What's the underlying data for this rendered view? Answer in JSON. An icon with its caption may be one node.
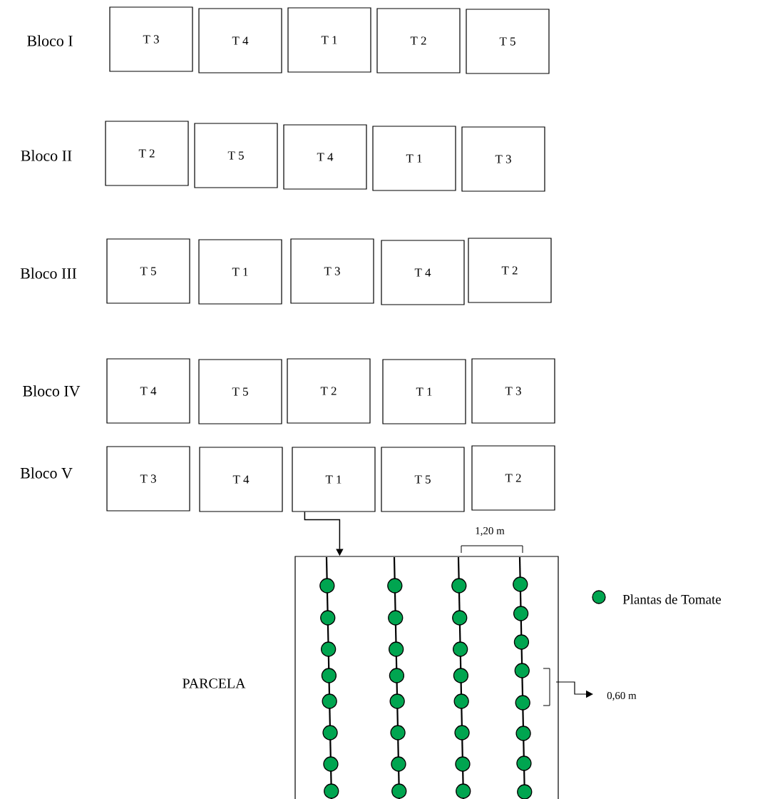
{
  "diagram": {
    "nodes": [
      {
        "text": [
          "T 3"
        ]
      },
      {
        "text": [
          "T 4"
        ]
      },
      {
        "text": [
          "T 1"
        ]
      },
      {
        "text": [
          "T 2"
        ]
      },
      {
        "text": [
          "T 5"
        ]
      },
      {
        "text": [
          "T 2"
        ]
      },
      {
        "text": [
          "T 5"
        ]
      },
      {
        "text": [
          "T 4"
        ]
      },
      {
        "text": [
          "T 1"
        ]
      },
      {
        "text": [
          "T 3"
        ]
      },
      {
        "text": [
          "T 5"
        ]
      },
      {
        "text": [
          "T 1"
        ]
      },
      {
        "text": [
          "T 3"
        ]
      },
      {
        "text": [
          "T 4"
        ]
      },
      {
        "text": [
          "T 2"
        ]
      },
      {
        "text": [
          "T 4"
        ]
      },
      {
        "text": [
          "T 5"
        ]
      },
      {
        "text": [
          "T 2"
        ]
      },
      {
        "text": [
          "T 1"
        ]
      },
      {
        "text": [
          "T 3"
        ]
      },
      {
        "text": [
          "T 3"
        ]
      },
      {
        "text": [
          "T 4"
        ]
      },
      {
        "text": [
          "T 1"
        ]
      },
      {
        "text": [
          "T 5"
        ]
      },
      {
        "text": [
          "T 2"
        ]
      },
      {
        "text": [],
        "shape": "box",
        "beside": [
          "PARCELA"
        ]
      }
    ],
    "edges": [
      {
        "from": 22,
        "to": 25,
        "arrow": "to"
      }
    ],
    "labels": [
      "Bloco I",
      "Bloco II",
      "Bloco III",
      "Bloco IV",
      "Bloco V",
      "1,20 m",
      "0,60 m"
    ],
    "legend": [
      {
        "text": "Plantas de Tomate",
        "color": "#00a550"
      }
    ]
  }
}
